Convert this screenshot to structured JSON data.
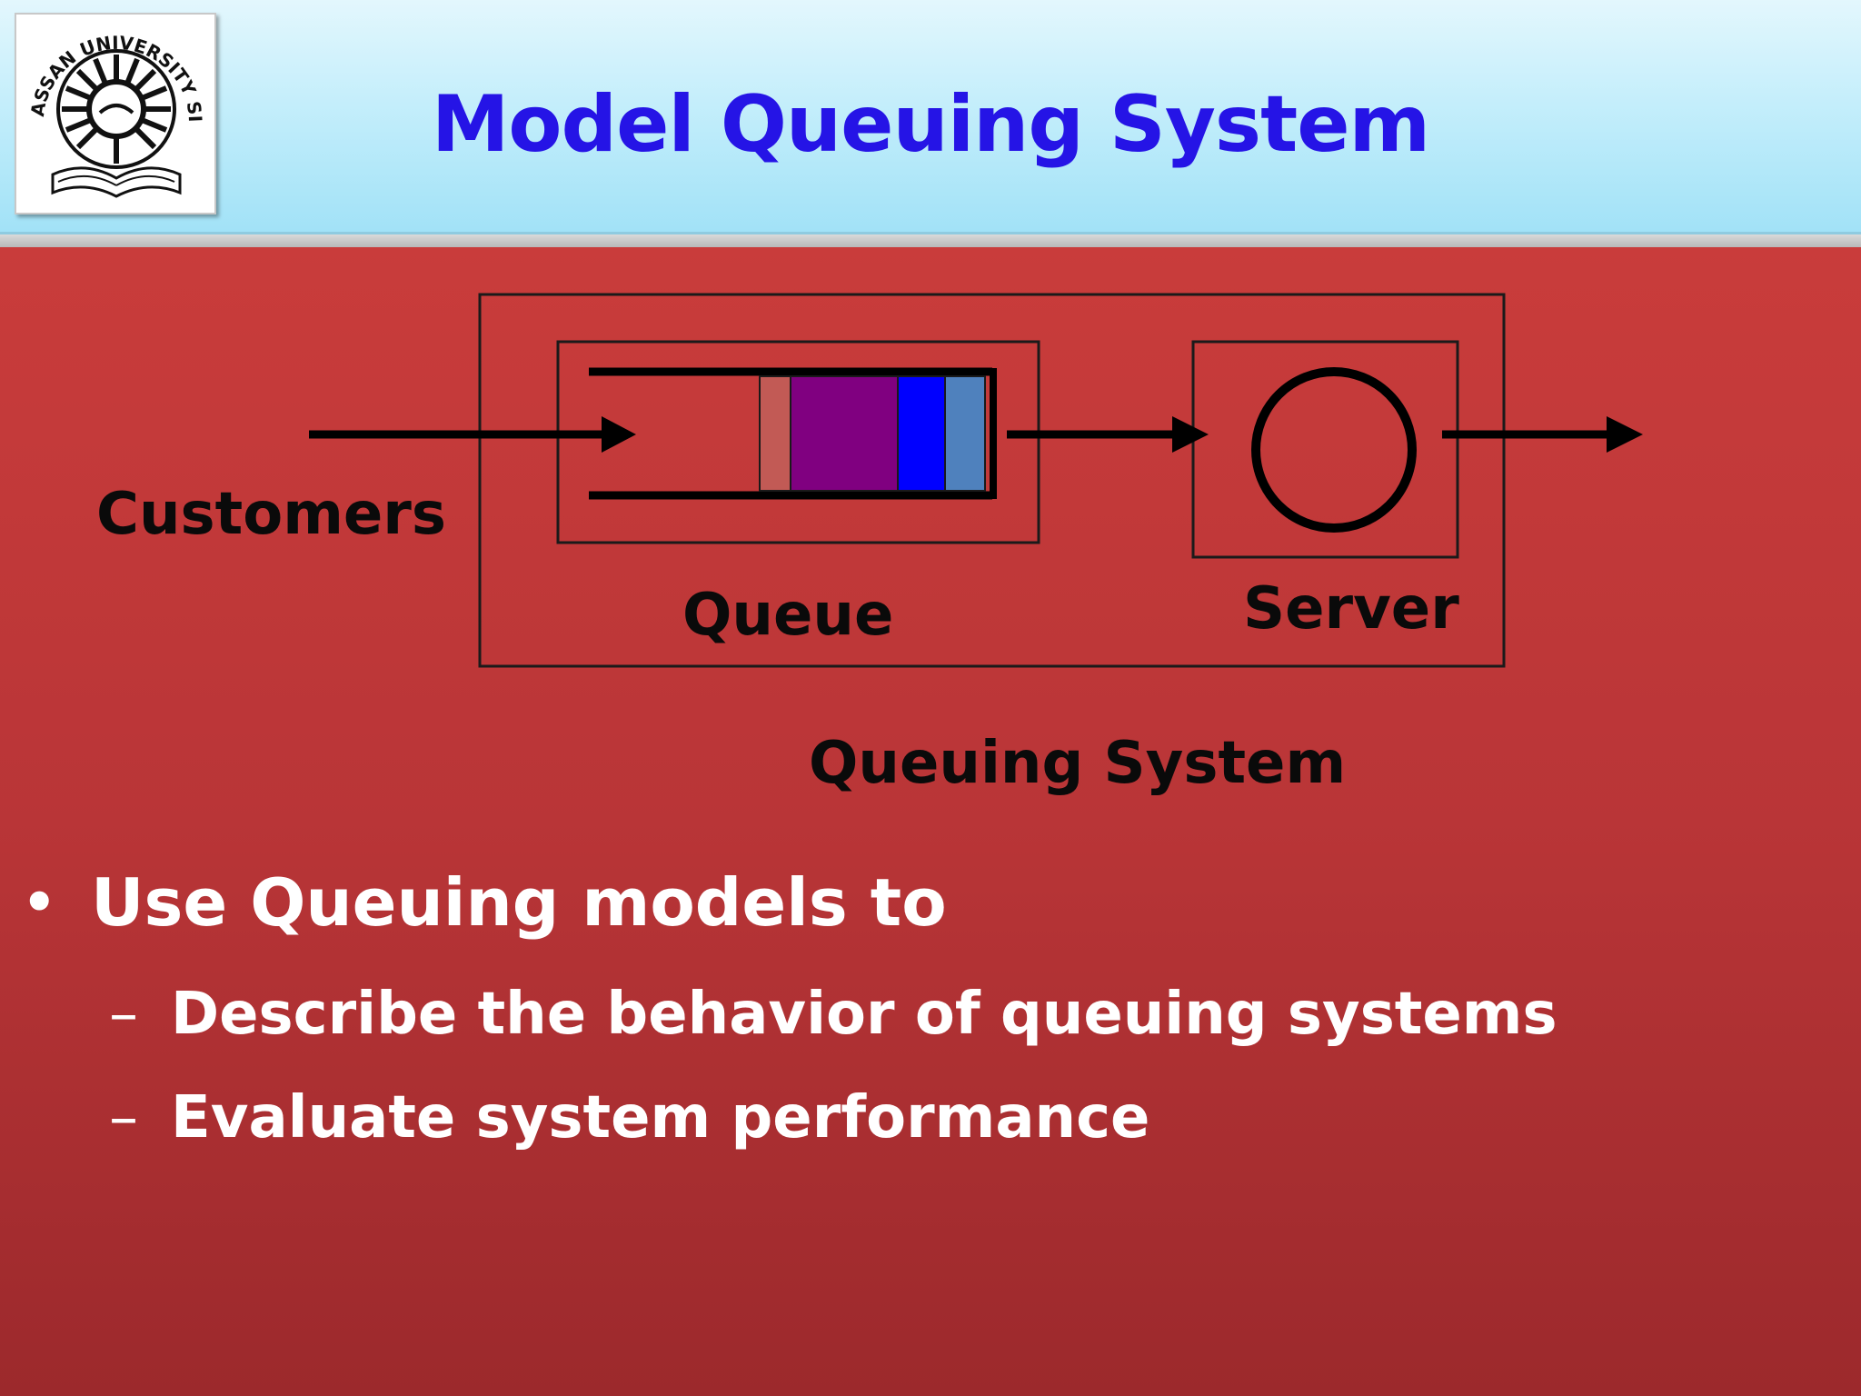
{
  "header": {
    "title": "Model Queuing System"
  },
  "logo": {
    "ring_text": "ASSAN UNIVERSITY SILCHAR"
  },
  "diagram": {
    "customers_label": "Customers",
    "queue_label": "Queue",
    "server_label": "Server",
    "system_label": "Queuing System",
    "queue_blocks": [
      {
        "color": "#c25a55"
      },
      {
        "color": "#800080"
      },
      {
        "color": "#0000ff"
      },
      {
        "color": "#4f81bd"
      }
    ]
  },
  "bullets": {
    "main": "Use Queuing models to",
    "bullet_symbol": "•",
    "dash_symbol": "–",
    "sub": [
      "Describe the behavior of queuing systems",
      "Evaluate system performance"
    ]
  },
  "colors": {
    "title": "#2514e6",
    "background": "#b53435",
    "text": "#ffffff"
  }
}
